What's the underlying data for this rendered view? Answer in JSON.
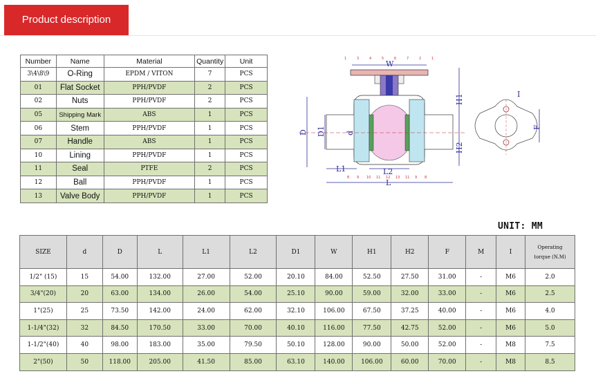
{
  "header": {
    "title": "Product description"
  },
  "parts_table": {
    "headers": [
      "Number",
      "Name",
      "Material",
      "Quantity",
      "Unit"
    ],
    "rows": [
      [
        "3\\4\\8\\9",
        "O-Ring",
        "EPDM / VITON",
        "7",
        "PCS"
      ],
      [
        "01",
        "Flat Socket",
        "PPH/PVDF",
        "2",
        "PCS"
      ],
      [
        "02",
        "Nuts",
        "PPH/PVDF",
        "2",
        "PCS"
      ],
      [
        "05",
        "Shipping Mark",
        "ABS",
        "1",
        "PCS"
      ],
      [
        "06",
        "Stem",
        "PPH/PVDF",
        "1",
        "PCS"
      ],
      [
        "07",
        "Handle",
        "ABS",
        "1",
        "PCS"
      ],
      [
        "10",
        "Lining",
        "PPH/PVDF",
        "1",
        "PCS"
      ],
      [
        "11",
        "Seal",
        "PTFE",
        "2",
        "PCS"
      ],
      [
        "12",
        "Ball",
        "PPH/PVDF",
        "1",
        "PCS"
      ],
      [
        "13",
        "Valve Body",
        "PPH/PVDF",
        "1",
        "PCS"
      ]
    ]
  },
  "drawing": {
    "dims": {
      "w": "W",
      "h1": "H1",
      "h2": "H2",
      "d": "D",
      "d1": "D1",
      "d_small": "d",
      "l": "L",
      "l1": "L1",
      "l2": "L2",
      "i": "I",
      "f": "F"
    },
    "top_numbers": [
      "1",
      "3",
      "4",
      "5",
      "6",
      "7",
      "2",
      "1"
    ],
    "bottom_numbers": [
      "8",
      "9",
      "10",
      "11",
      "12",
      "13",
      "11",
      "9",
      "8"
    ]
  },
  "unit_label": "UNIT: MM",
  "spec_table": {
    "headers": [
      "SIZE",
      "d",
      "D",
      "L",
      "L1",
      "L2",
      "D1",
      "W",
      "H1",
      "H2",
      "F",
      "M",
      "I"
    ],
    "torque_header": [
      "Operating",
      "torque (N.M)"
    ],
    "rows": [
      [
        "1/2\" (15)",
        "15",
        "54.00",
        "132.00",
        "27.00",
        "52.00",
        "20.10",
        "84.00",
        "52.50",
        "27.50",
        "31.00",
        "-",
        "M6",
        "2.0"
      ],
      [
        "3/4\"(20)",
        "20",
        "63.00",
        "134.00",
        "26.00",
        "54.00",
        "25.10",
        "90.00",
        "59.00",
        "32.00",
        "33.00",
        "-",
        "M6",
        "2.5"
      ],
      [
        "1\"(25)",
        "25",
        "73.50",
        "142.00",
        "24.00",
        "62.00",
        "32.10",
        "106.00",
        "67.50",
        "37.25",
        "40.00",
        "-",
        "M6",
        "4.0"
      ],
      [
        "1-1/4\"(32)",
        "32",
        "84.50",
        "170.50",
        "33.00",
        "70.00",
        "40.10",
        "116.00",
        "77.50",
        "42.75",
        "52.00",
        "-",
        "M6",
        "5.0"
      ],
      [
        "1-1/2\"(40)",
        "40",
        "98.00",
        "183.00",
        "35.00",
        "79.50",
        "50.10",
        "128.00",
        "90.00",
        "50.00",
        "52.00",
        "-",
        "M8",
        "7.5"
      ],
      [
        "2\"(50)",
        "50",
        "118.00",
        "205.00",
        "41.50",
        "85.00",
        "63.10",
        "140.00",
        "106.00",
        "60.00",
        "70.00",
        "-",
        "M8",
        "8.5"
      ]
    ]
  }
}
